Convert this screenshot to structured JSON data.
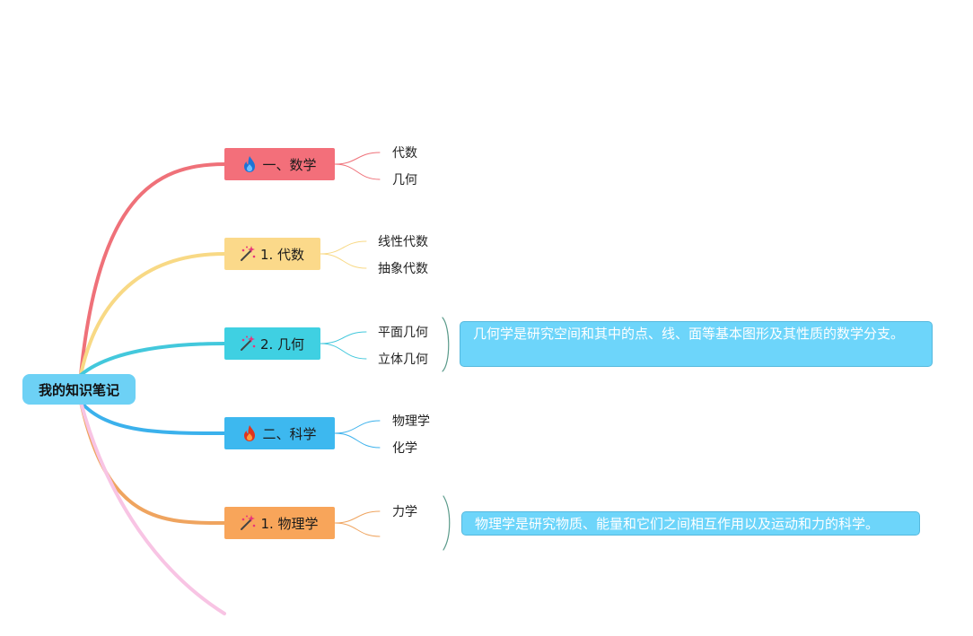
{
  "root": {
    "label": "我的知识笔记",
    "color": "#6dd1f5"
  },
  "branches": [
    {
      "label": "一、数学",
      "icon": "fire-icon",
      "color": "#f36f7a",
      "line_color": "#ef7179",
      "children": [
        "代数",
        "几何"
      ]
    },
    {
      "label": "1. 代数",
      "icon": "magic-wand-icon",
      "color": "#fbd98a",
      "line_color": "#f8d985",
      "children": [
        "线性代数",
        "抽象代数"
      ]
    },
    {
      "label": "2. 几何",
      "icon": "magic-wand-icon",
      "color": "#3fd0e2",
      "line_color": "#43c8dc",
      "children": [
        "平面几何",
        "立体几何"
      ],
      "note": "几何学是研究空间和其中的点、线、面等基本图形及其性质的数学分支。"
    },
    {
      "label": "二、科学",
      "icon": "fire-icon",
      "color": "#3db8ef",
      "line_color": "#3bb1ec",
      "children": [
        "物理学",
        "化学"
      ]
    },
    {
      "label": "1. 物理学",
      "icon": "magic-wand-icon",
      "color": "#f8a55a",
      "line_color": "#efa45f",
      "children": [
        "力学"
      ],
      "note": "物理学是研究物质、能量和它们之间相互作用以及运动和力的科学。"
    }
  ],
  "extra_branch_color": "#f8c4e4",
  "note_bracket_color": "#5a9a8a"
}
